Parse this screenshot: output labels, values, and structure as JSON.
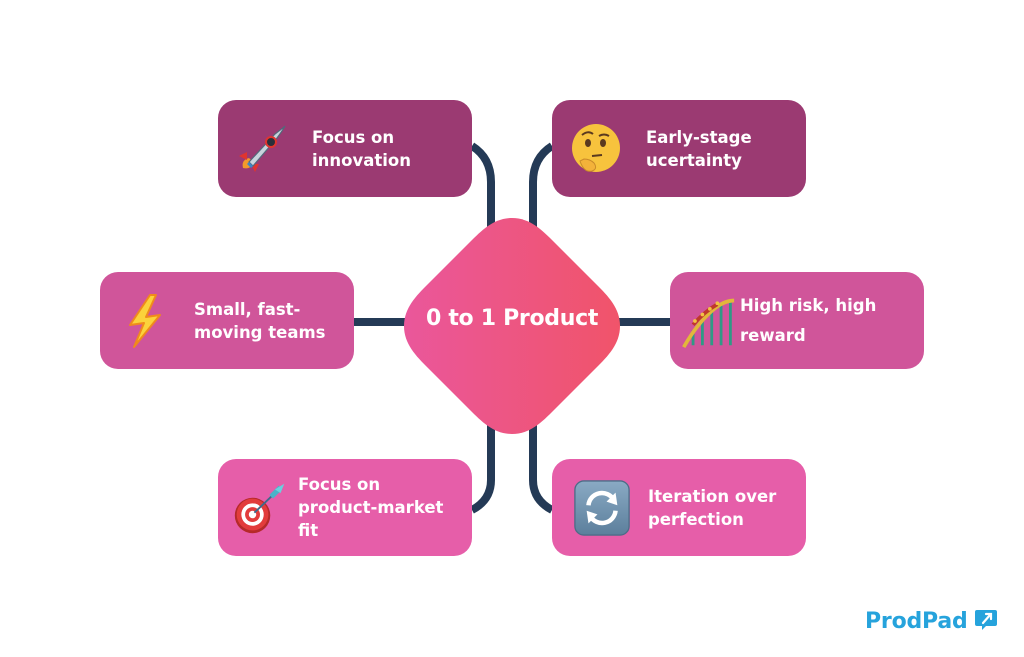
{
  "diagram": {
    "center": {
      "label": "0 to 1 Product",
      "gradient_start": "#ea579b",
      "gradient_end": "#f0546a"
    },
    "connector_color": "#243a56",
    "nodes": [
      {
        "id": "top-left",
        "label_line1": "Focus on",
        "label_line2": "innovation",
        "label_line3": "",
        "icon": "rocket-icon",
        "color": "#9b3a72"
      },
      {
        "id": "top-right",
        "label_line1": "Early-stage",
        "label_line2": "ucertainty",
        "label_line3": "",
        "icon": "thinking-face-icon",
        "color": "#9b3a72"
      },
      {
        "id": "mid-left",
        "label_line1": "Small, fast-",
        "label_line2": "moving teams",
        "label_line3": "",
        "icon": "lightning-bolt-icon",
        "color": "#d0559a"
      },
      {
        "id": "mid-right",
        "label_line1": "High risk, high",
        "label_line2": "reward",
        "label_line3": "",
        "icon": "roller-coaster-icon",
        "color": "#d0559a"
      },
      {
        "id": "bottom-left",
        "label_line1": "Focus on",
        "label_line2": "product-market",
        "label_line3": "fit",
        "icon": "dart-target-icon",
        "color": "#e65ea9"
      },
      {
        "id": "bottom-right",
        "label_line1": "Iteration over",
        "label_line2": "perfection",
        "label_line3": "",
        "icon": "refresh-arrows-icon",
        "color": "#e65ea9"
      }
    ]
  },
  "branding": {
    "logo_text": "ProdPad",
    "logo_color": "#26a3dc"
  }
}
